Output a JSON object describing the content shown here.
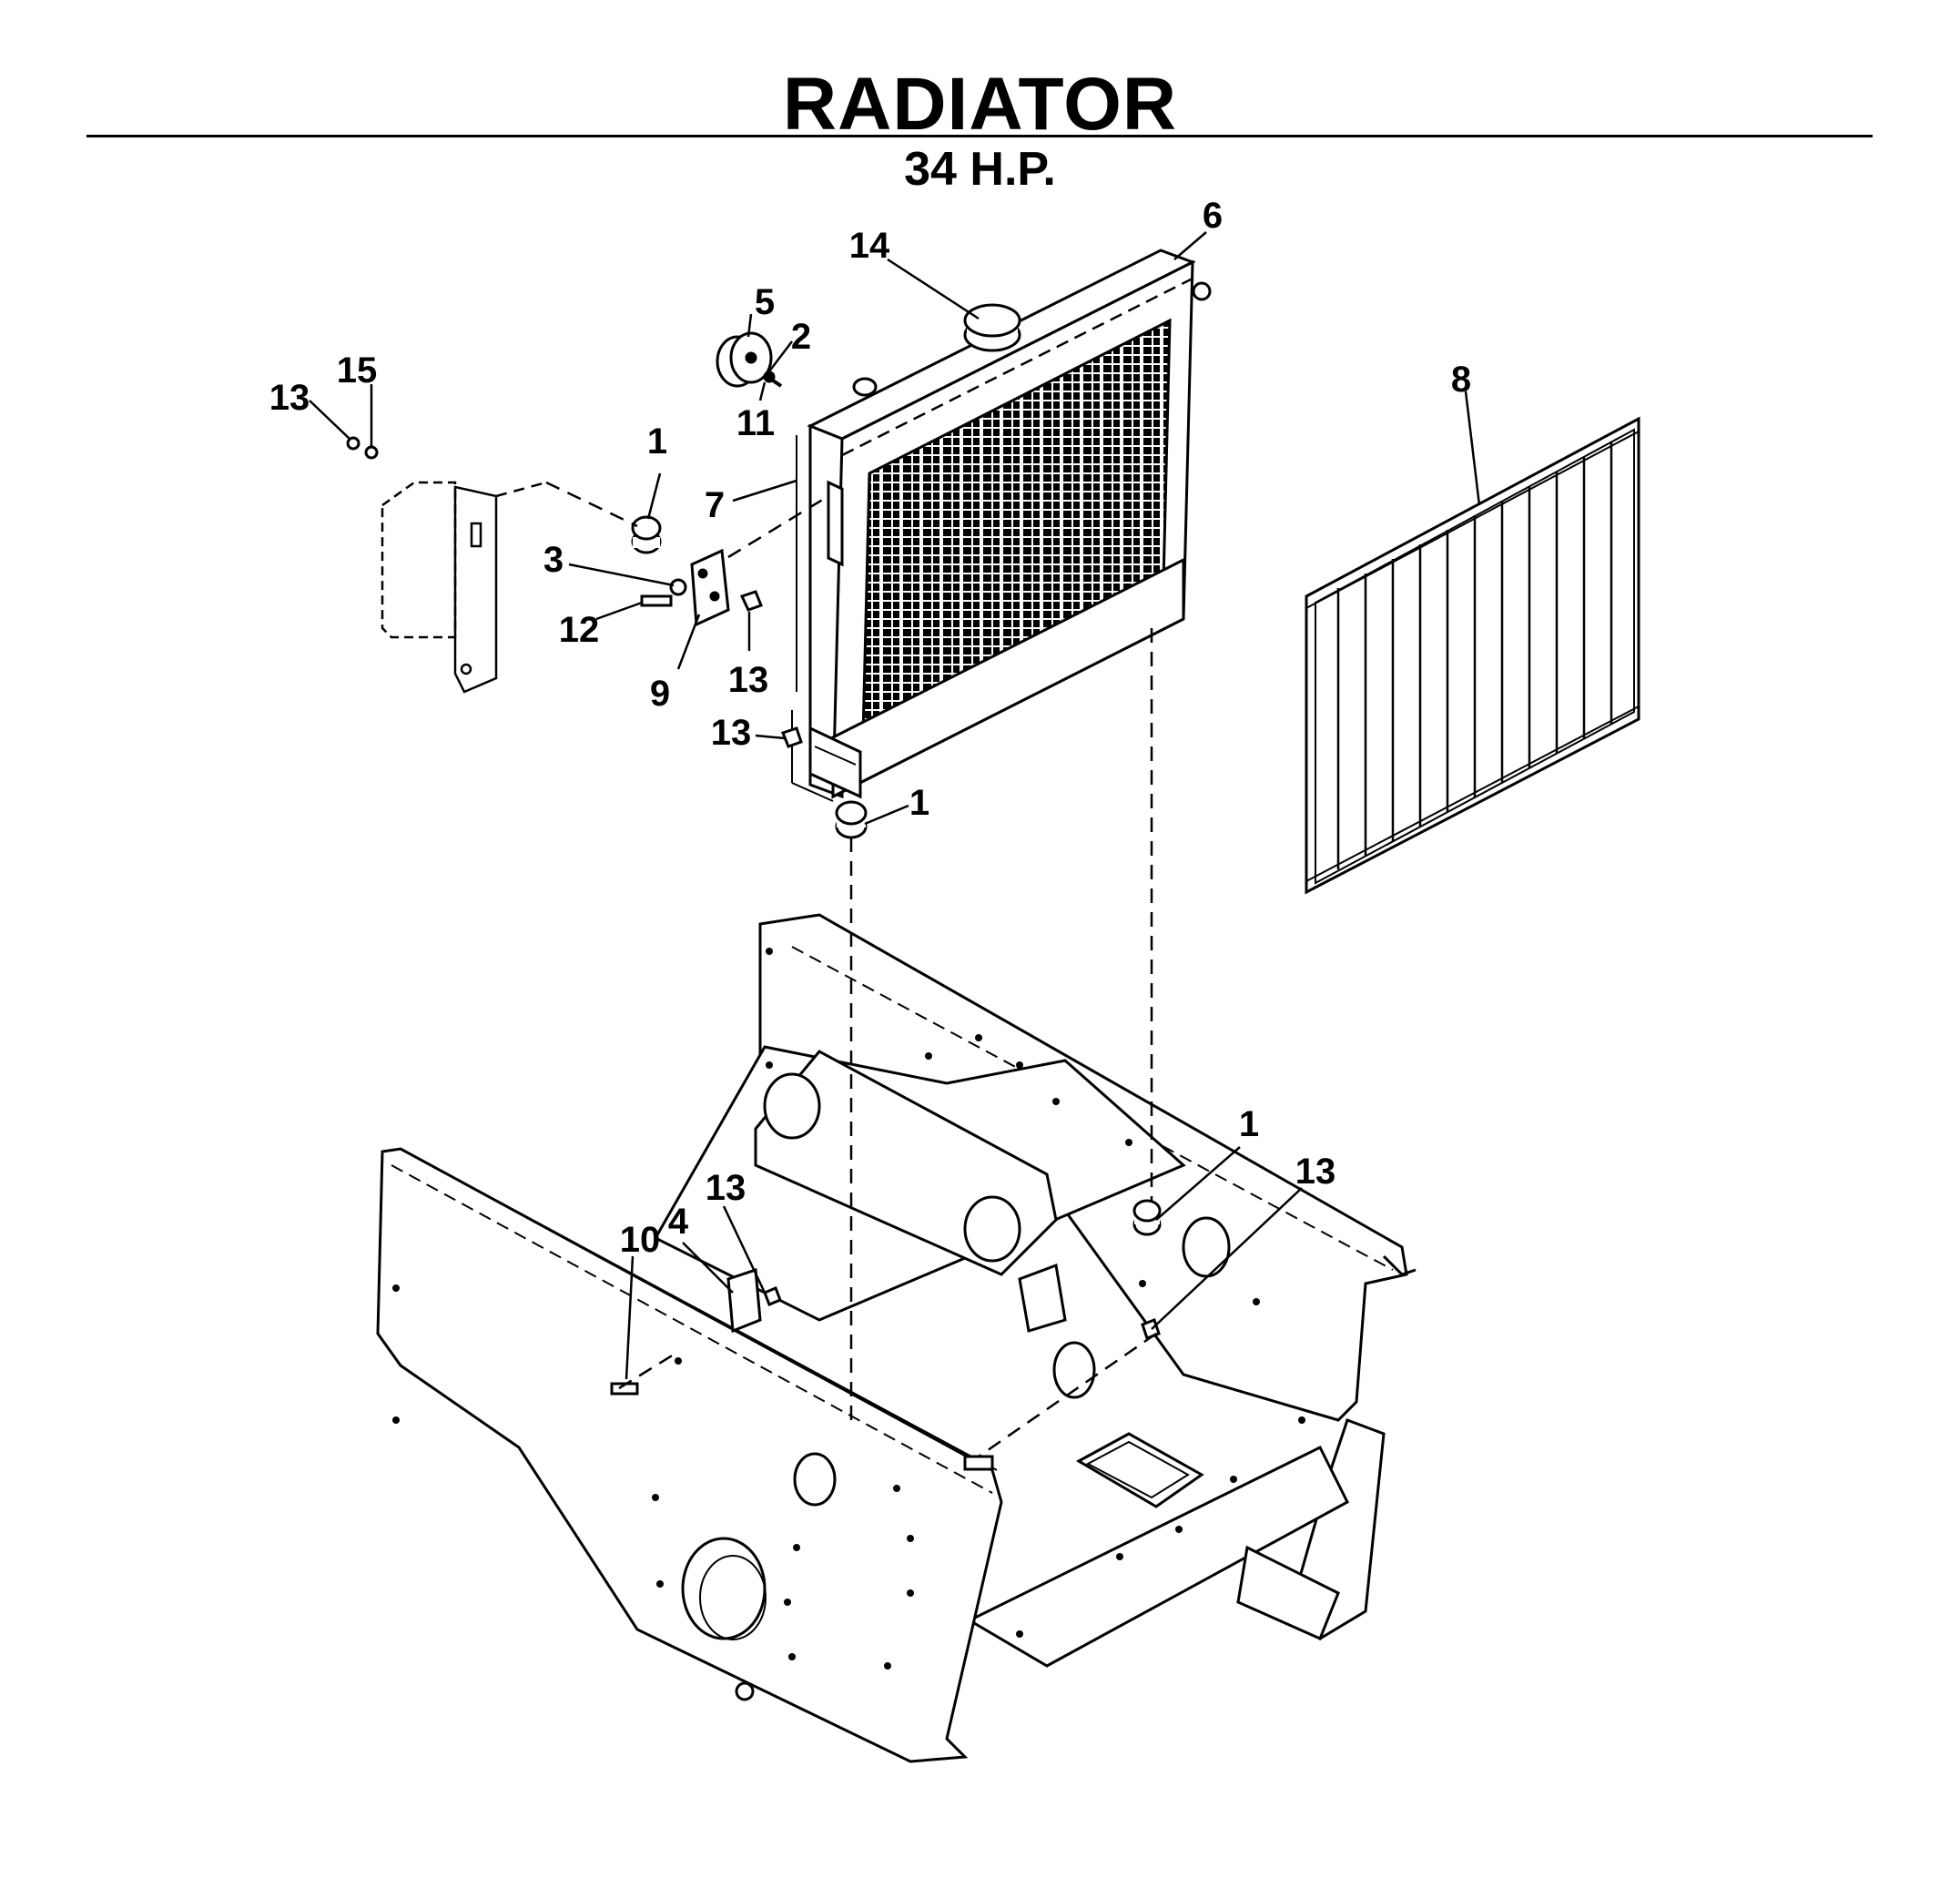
{
  "title": "RADIATOR",
  "subtitle": "34 H.P.",
  "callouts": [
    {
      "id": "c14",
      "text": "14"
    },
    {
      "id": "c6",
      "text": "6"
    },
    {
      "id": "c5",
      "text": "5"
    },
    {
      "id": "c2",
      "text": "2"
    },
    {
      "id": "c11",
      "text": "11"
    },
    {
      "id": "c15",
      "text": "15"
    },
    {
      "id": "c13a",
      "text": "13"
    },
    {
      "id": "c1a",
      "text": "1"
    },
    {
      "id": "c7",
      "text": "7"
    },
    {
      "id": "c3",
      "text": "3"
    },
    {
      "id": "c12",
      "text": "12"
    },
    {
      "id": "c9",
      "text": "9"
    },
    {
      "id": "c13b",
      "text": "13"
    },
    {
      "id": "c13c",
      "text": "13"
    },
    {
      "id": "c1b",
      "text": "1"
    },
    {
      "id": "c8",
      "text": "8"
    },
    {
      "id": "c1c",
      "text": "1"
    },
    {
      "id": "c13d",
      "text": "13"
    },
    {
      "id": "c13e",
      "text": "13"
    },
    {
      "id": "c4",
      "text": "4"
    },
    {
      "id": "c10",
      "text": "10"
    }
  ]
}
